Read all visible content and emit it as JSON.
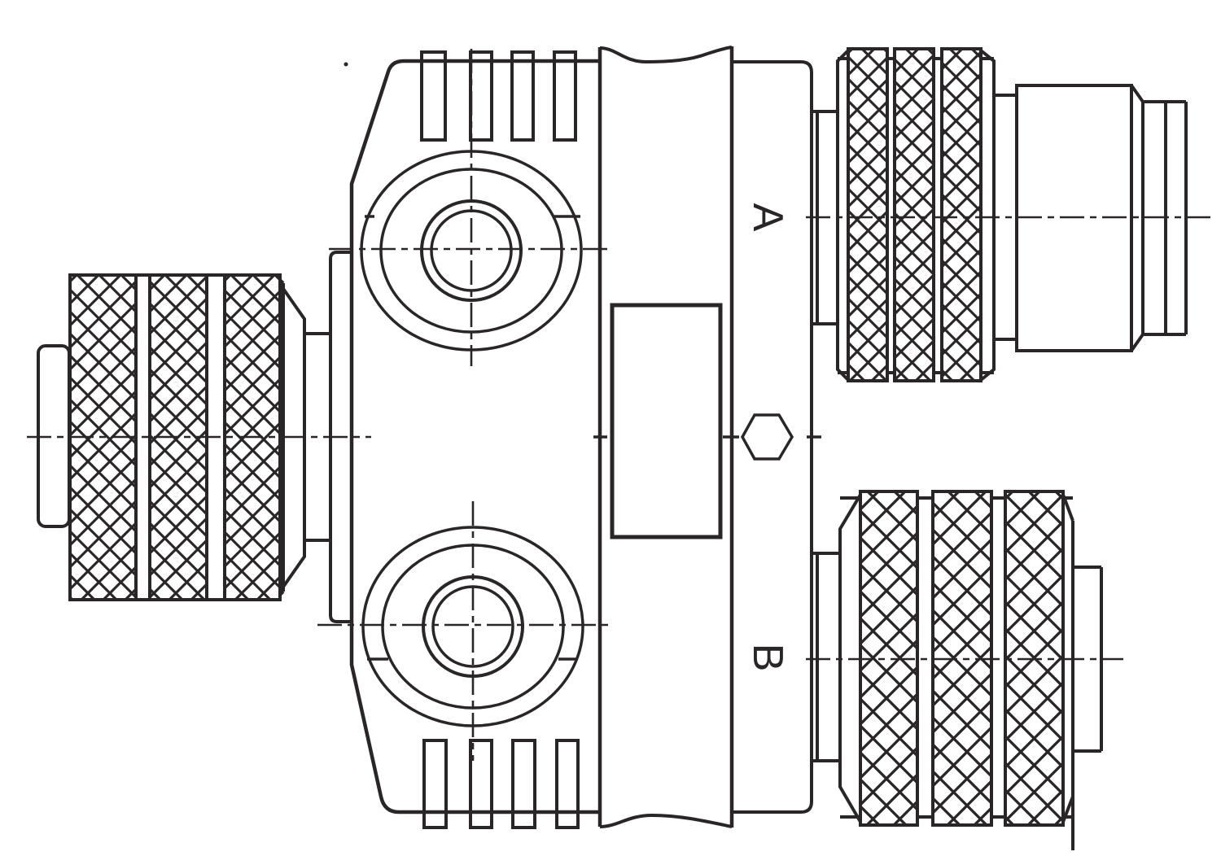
{
  "theme": {
    "bg_color": "#ffffff",
    "line_color": "#2a2627"
  },
  "diagram": {
    "type": "technical-drawing",
    "subject": "y-distributor-connector-side-view",
    "labels": {
      "port_a": "A",
      "port_b": "B"
    },
    "parts": [
      "left-cable-connector-knurled-nut",
      "main-y-body-front-view",
      "upper-port-face",
      "lower-port-face",
      "flange-with-break-lines",
      "marking-strip",
      "hex-flat-symbol",
      "port-a-knurled-coupling-nut",
      "port-a-threaded-end",
      "port-b-knurled-coupling-nut",
      "port-b-cable-end"
    ]
  }
}
